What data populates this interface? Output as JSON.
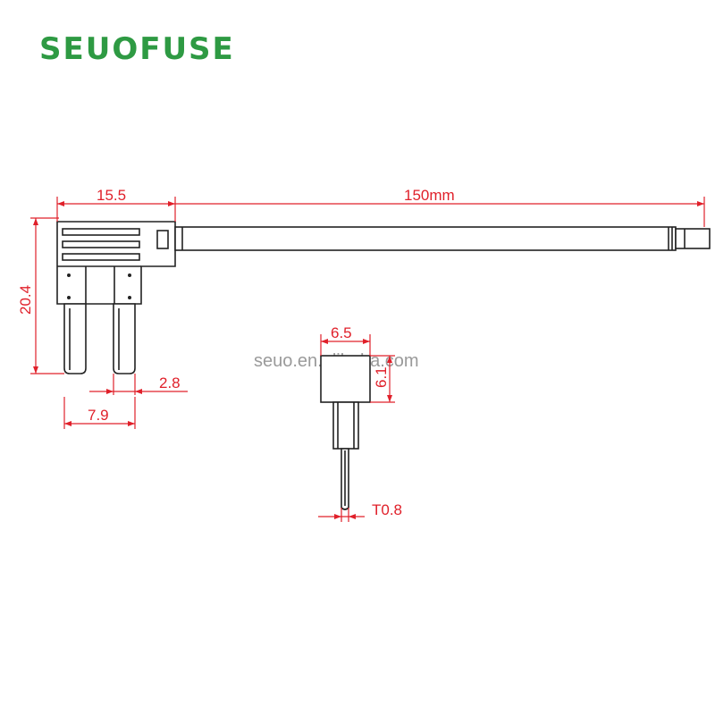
{
  "brand": {
    "logo_text": "SEUOFUSE",
    "logo_color": "#2e9a43"
  },
  "watermark": "seuo.en.alibaba.com",
  "dimensions": {
    "body_width": "15.5",
    "body_height": "20.4",
    "lead_length": "150mm",
    "blade_width": "2.8",
    "blade_pitch": "7.9",
    "side_width": "6.5",
    "side_height": "6.1",
    "blade_thickness": "T0.8"
  },
  "colors": {
    "dimension": "#e0202a",
    "outline": "#222222"
  }
}
